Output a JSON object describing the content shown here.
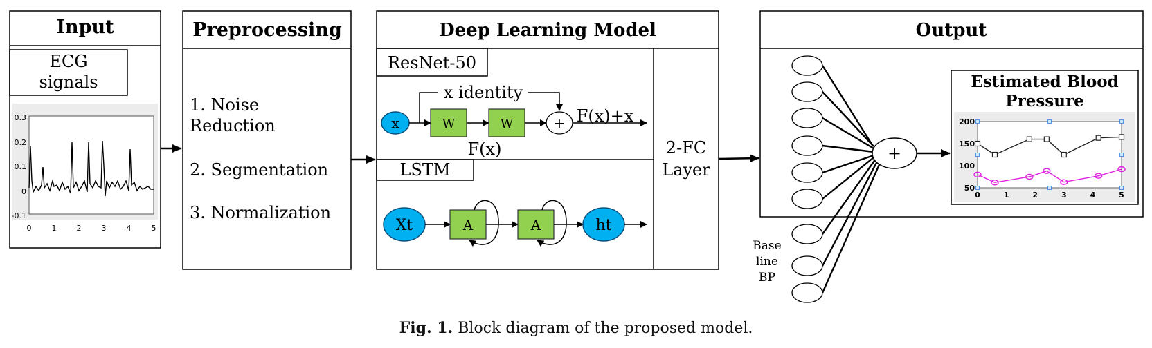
{
  "input": {
    "title": "Input",
    "signal_label_line1": "ECG",
    "signal_label_line2": "signals",
    "ecg_y_ticks": [
      "0.3",
      "0.2",
      "0.1",
      "0",
      "-0.1"
    ],
    "ecg_x_ticks": [
      "0",
      "1",
      "2",
      "3",
      "4",
      "5"
    ]
  },
  "preprocessing": {
    "title": "Preprocessing",
    "step1_line1": "1. Noise",
    "step1_line2": "Reduction",
    "step2": "2. Segmentation",
    "step3": "3. Normalization"
  },
  "model": {
    "title": "Deep Learning Model",
    "resnet_label": "ResNet-50",
    "resnet_input": "x",
    "identity_label": "x identity",
    "weight_label": "W",
    "plus_label": "+",
    "sum_label": "F(x)+x",
    "fx_label": "F(x)",
    "lstm_label": "LSTM",
    "lstm_input": "Xt",
    "lstm_cell": "A",
    "lstm_output": "ht",
    "fc_line1": "2-FC",
    "fc_line2": "Layer"
  },
  "output": {
    "title": "Output",
    "plus_label": "+",
    "baseline_line1": "Base",
    "baseline_line2": "line",
    "baseline_line3": "BP",
    "bp_title_line1": "Estimated Blood",
    "bp_title_line2": "Pressure"
  },
  "chart_data": {
    "type": "line",
    "title": "Estimated Blood Pressure",
    "xlim": [
      0,
      5
    ],
    "ylim": [
      50,
      200
    ],
    "x_ticks": [
      "0",
      "1",
      "2",
      "3",
      "4",
      "5"
    ],
    "y_ticks": [
      "50",
      "100",
      "150",
      "200"
    ],
    "series": [
      {
        "color": "#222222",
        "marker": "square",
        "x": [
          0,
          0.6,
          1.8,
          2.4,
          3.0,
          4.2,
          5.0
        ],
        "values": [
          150,
          125,
          160,
          160,
          125,
          163,
          165
        ]
      },
      {
        "color": "#e020e0",
        "marker": "circle",
        "x": [
          0,
          0.6,
          1.8,
          2.4,
          3.0,
          4.2,
          5.0
        ],
        "values": [
          80,
          62,
          75,
          88,
          63,
          77,
          92
        ]
      }
    ]
  },
  "caption": {
    "label": "Fig. 1.",
    "text": "Block diagram of the proposed model."
  },
  "colors": {
    "green_box": "#92d050",
    "blue_node": "#00b0f0",
    "magenta": "#e020e0"
  }
}
